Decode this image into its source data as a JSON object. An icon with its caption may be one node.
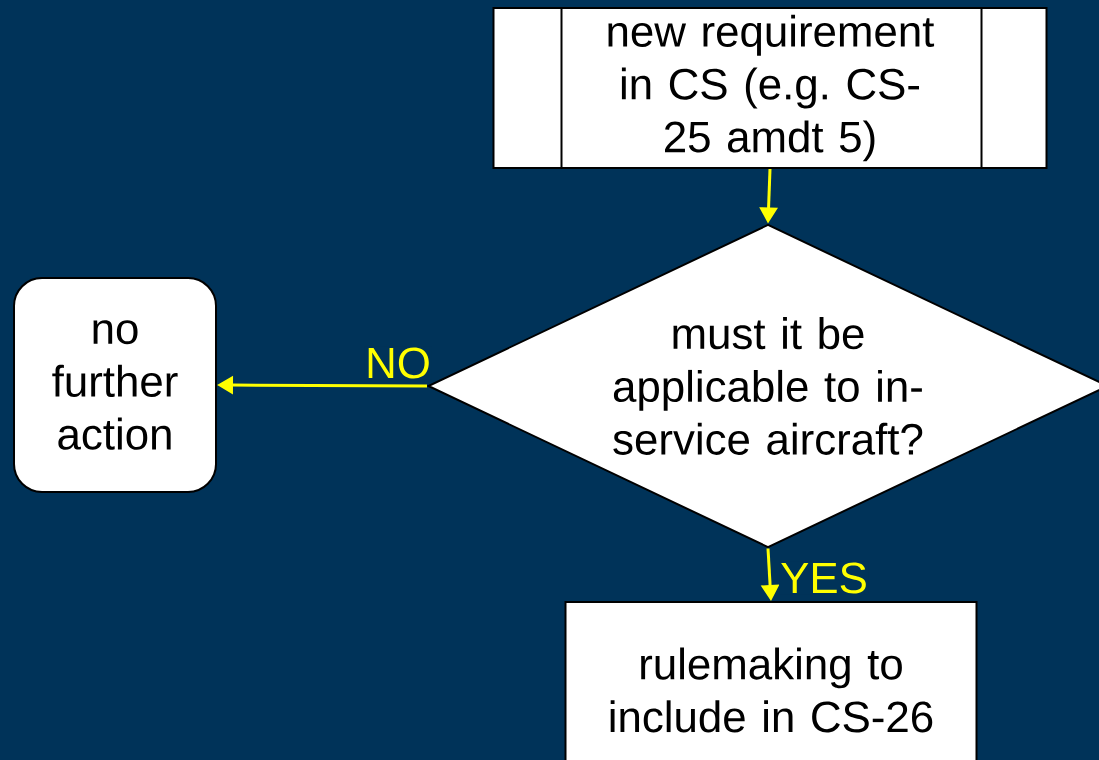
{
  "diagram": {
    "nodes": [
      {
        "text": [
          "new requirement in CS (e.g. CS-25 amdt 5)"
        ]
      },
      {
        "text": [
          "must it be applicable to in-service aircraft?"
        ]
      },
      {
        "text": [
          "no further action"
        ]
      },
      {
        "text": [
          "rulemaking to include in CS-26"
        ]
      }
    ],
    "edges": [
      {
        "from": 0,
        "to": 1,
        "arrow": "to"
      },
      {
        "from": 1,
        "to": 2,
        "arrow": "to",
        "label": "NO"
      },
      {
        "from": 1,
        "to": 3,
        "arrow": "to",
        "label": "YES"
      }
    ]
  }
}
